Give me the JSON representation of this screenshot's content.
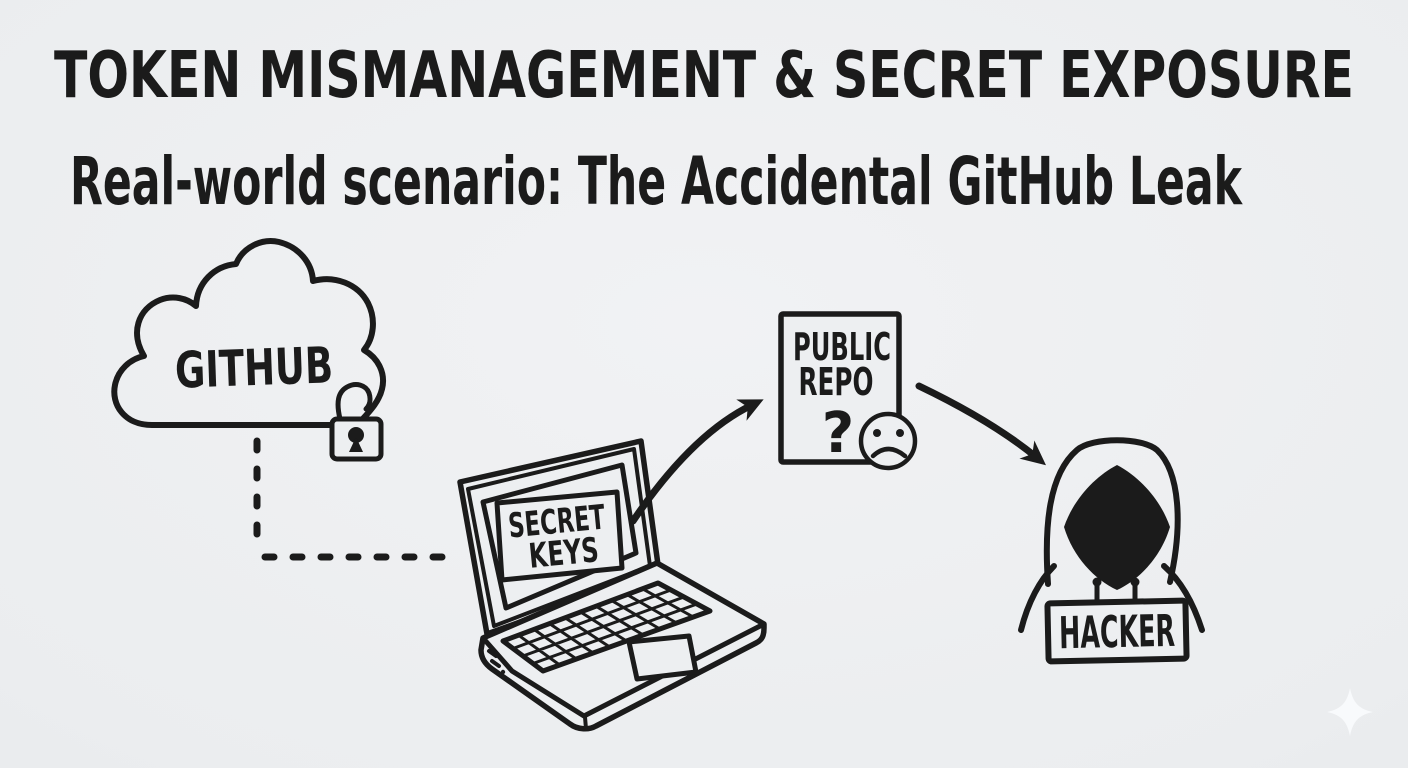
{
  "slide": {
    "title": "TOKEN MISMANAGEMENT & SECRET EXPOSURE",
    "subtitle": "Real-world scenario: The Accidental GitHub Leak"
  },
  "diagram": {
    "cloud": {
      "label": "GITHUB"
    },
    "laptop": {
      "screen_label_line1": "SECRET",
      "screen_label_line2": "KEYS"
    },
    "repo": {
      "label_line1": "PUBLIC",
      "label_line2": "REPO",
      "question_mark": "?"
    },
    "hacker": {
      "label": "HACKER"
    }
  },
  "icons": {
    "padlock": "open-padlock-icon",
    "sad_face": "sad-face-icon",
    "sparkle": "sparkle-icon"
  },
  "colors": {
    "ink": "#1b1b1b",
    "background": "#edeff1"
  }
}
